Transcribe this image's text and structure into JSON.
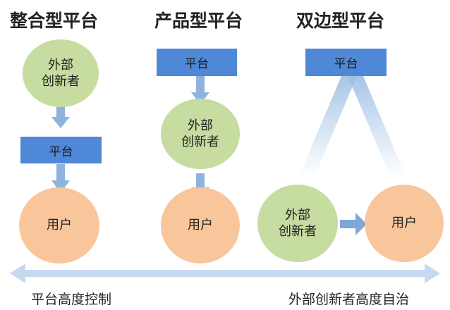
{
  "titles": [
    "整合型平台",
    "产品型平台",
    "双边型平台"
  ],
  "labels": {
    "external_innovator": "外部\n创新者",
    "platform": "平台",
    "user": "用户"
  },
  "bottom": {
    "left": "平台高度控制",
    "right": "外部创新者高度自治"
  },
  "colors": {
    "green": "#c6dca0",
    "peach": "#f9c69c",
    "blue_box": "#4f88d6",
    "arrow": "#8fb3dd",
    "axis": "#c5d9ef"
  }
}
